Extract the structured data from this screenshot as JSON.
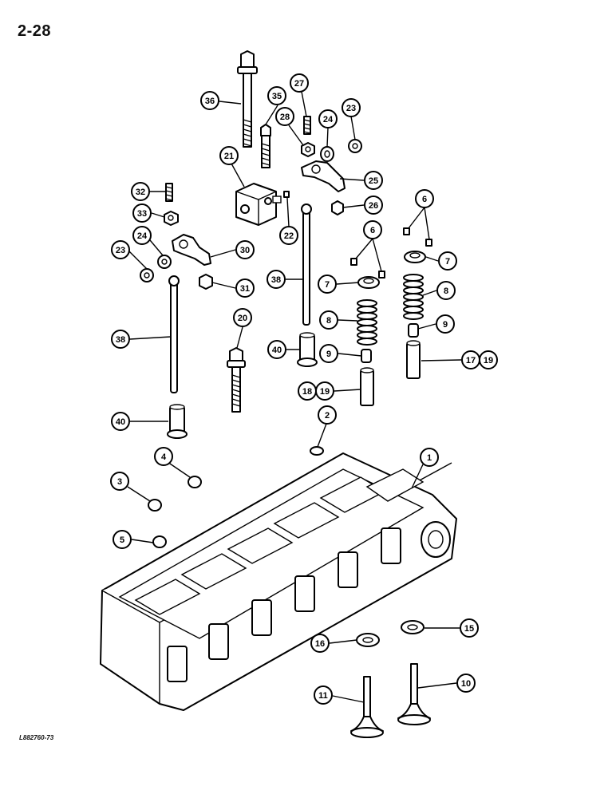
{
  "page": {
    "page_number": "2-28",
    "figure_code": "L882760-73"
  },
  "callouts": [
    {
      "id": "c36",
      "label": "36"
    },
    {
      "id": "c35",
      "label": "35"
    },
    {
      "id": "c27",
      "label": "27"
    },
    {
      "id": "c28",
      "label": "28"
    },
    {
      "id": "c24a",
      "label": "24"
    },
    {
      "id": "c23a",
      "label": "23"
    },
    {
      "id": "c21",
      "label": "21"
    },
    {
      "id": "c25",
      "label": "25"
    },
    {
      "id": "c32",
      "label": "32"
    },
    {
      "id": "c26",
      "label": "26"
    },
    {
      "id": "c6a",
      "label": "6"
    },
    {
      "id": "c33",
      "label": "33"
    },
    {
      "id": "c22",
      "label": "22"
    },
    {
      "id": "c6b",
      "label": "6"
    },
    {
      "id": "c23b",
      "label": "23"
    },
    {
      "id": "c24b",
      "label": "24"
    },
    {
      "id": "c30",
      "label": "30"
    },
    {
      "id": "c7a",
      "label": "7"
    },
    {
      "id": "c38a",
      "label": "38"
    },
    {
      "id": "c7b",
      "label": "7"
    },
    {
      "id": "c8a",
      "label": "8"
    },
    {
      "id": "c31",
      "label": "31"
    },
    {
      "id": "c20",
      "label": "20"
    },
    {
      "id": "c8b",
      "label": "8"
    },
    {
      "id": "c9a",
      "label": "9"
    },
    {
      "id": "c38b",
      "label": "38"
    },
    {
      "id": "c40a",
      "label": "40"
    },
    {
      "id": "c9b",
      "label": "9"
    },
    {
      "id": "c17",
      "label": "17"
    },
    {
      "id": "c19a",
      "label": "19"
    },
    {
      "id": "c18",
      "label": "18"
    },
    {
      "id": "c19b",
      "label": "19"
    },
    {
      "id": "c40b",
      "label": "40"
    },
    {
      "id": "c2",
      "label": "2"
    },
    {
      "id": "c4",
      "label": "4"
    },
    {
      "id": "c1",
      "label": "1"
    },
    {
      "id": "c3",
      "label": "3"
    },
    {
      "id": "c5",
      "label": "5"
    },
    {
      "id": "c15",
      "label": "15"
    },
    {
      "id": "c16",
      "label": "16"
    },
    {
      "id": "c11",
      "label": "11"
    },
    {
      "id": "c10",
      "label": "10"
    }
  ]
}
